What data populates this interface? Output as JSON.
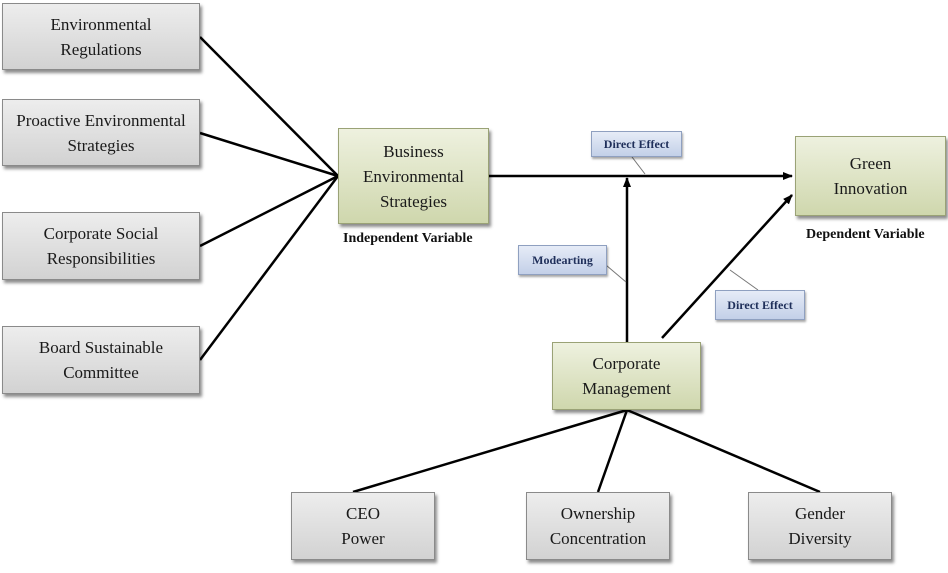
{
  "left_factors": [
    {
      "line1": "Environmental",
      "line2": "Regulations"
    },
    {
      "line1": "Proactive Environmental",
      "line2": "Strategies"
    },
    {
      "line1": "Corporate Social",
      "line2": "Responsibilities"
    },
    {
      "line1": "Board Sustainable",
      "line2": "Committee"
    }
  ],
  "independent": {
    "line1": "Business",
    "line2": "Environmental",
    "line3": "Strategies",
    "caption": "Independent Variable"
  },
  "dependent": {
    "line1": "Green",
    "line2": "Innovation",
    "caption": "Dependent Variable"
  },
  "moderator": {
    "line1": "Corporate",
    "line2": "Management"
  },
  "bottom_factors": [
    {
      "line1": "CEO",
      "line2": "Power"
    },
    {
      "line1": "Ownership",
      "line2": "Concentration"
    },
    {
      "line1": "Gender",
      "line2": "Diversity"
    }
  ],
  "tags": {
    "direct_top": "Direct Effect",
    "moderating": "Modearting",
    "direct_right": "Direct Effect"
  },
  "colors": {
    "factor_box": "#dcdcdc",
    "variable_box": "#dfe4c4",
    "tag_box": "#d3dcef",
    "line": "#000000"
  }
}
